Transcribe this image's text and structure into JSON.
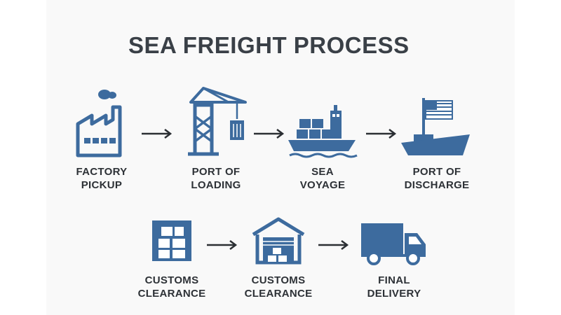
{
  "title": "SEA FREIGHT PROCESS",
  "colors": {
    "icon": "#3d6b9e",
    "text": "#2d3136",
    "title": "#3a4047",
    "arrow": "#2b2f33"
  },
  "steps": [
    {
      "line1": "FACTORY",
      "line2": "PICKUP",
      "icon": "factory-icon"
    },
    {
      "line1": "PORT OF",
      "line2": "LOADING",
      "icon": "port-crane-icon"
    },
    {
      "line1": "SEA",
      "line2": "VOYAGE",
      "icon": "cargo-ship-icon"
    },
    {
      "line1": "PORT OF",
      "line2": "DISCHARGE",
      "icon": "flag-ship-icon"
    },
    {
      "line1": "CUSTOMS",
      "line2": "CLEARANCE",
      "icon": "boxes-icon"
    },
    {
      "line1": "CUSTOMS",
      "line2": "CLEARANCE",
      "icon": "warehouse-icon"
    },
    {
      "line1": "FINAL",
      "line2": "DELIVERY",
      "icon": "truck-icon"
    }
  ]
}
